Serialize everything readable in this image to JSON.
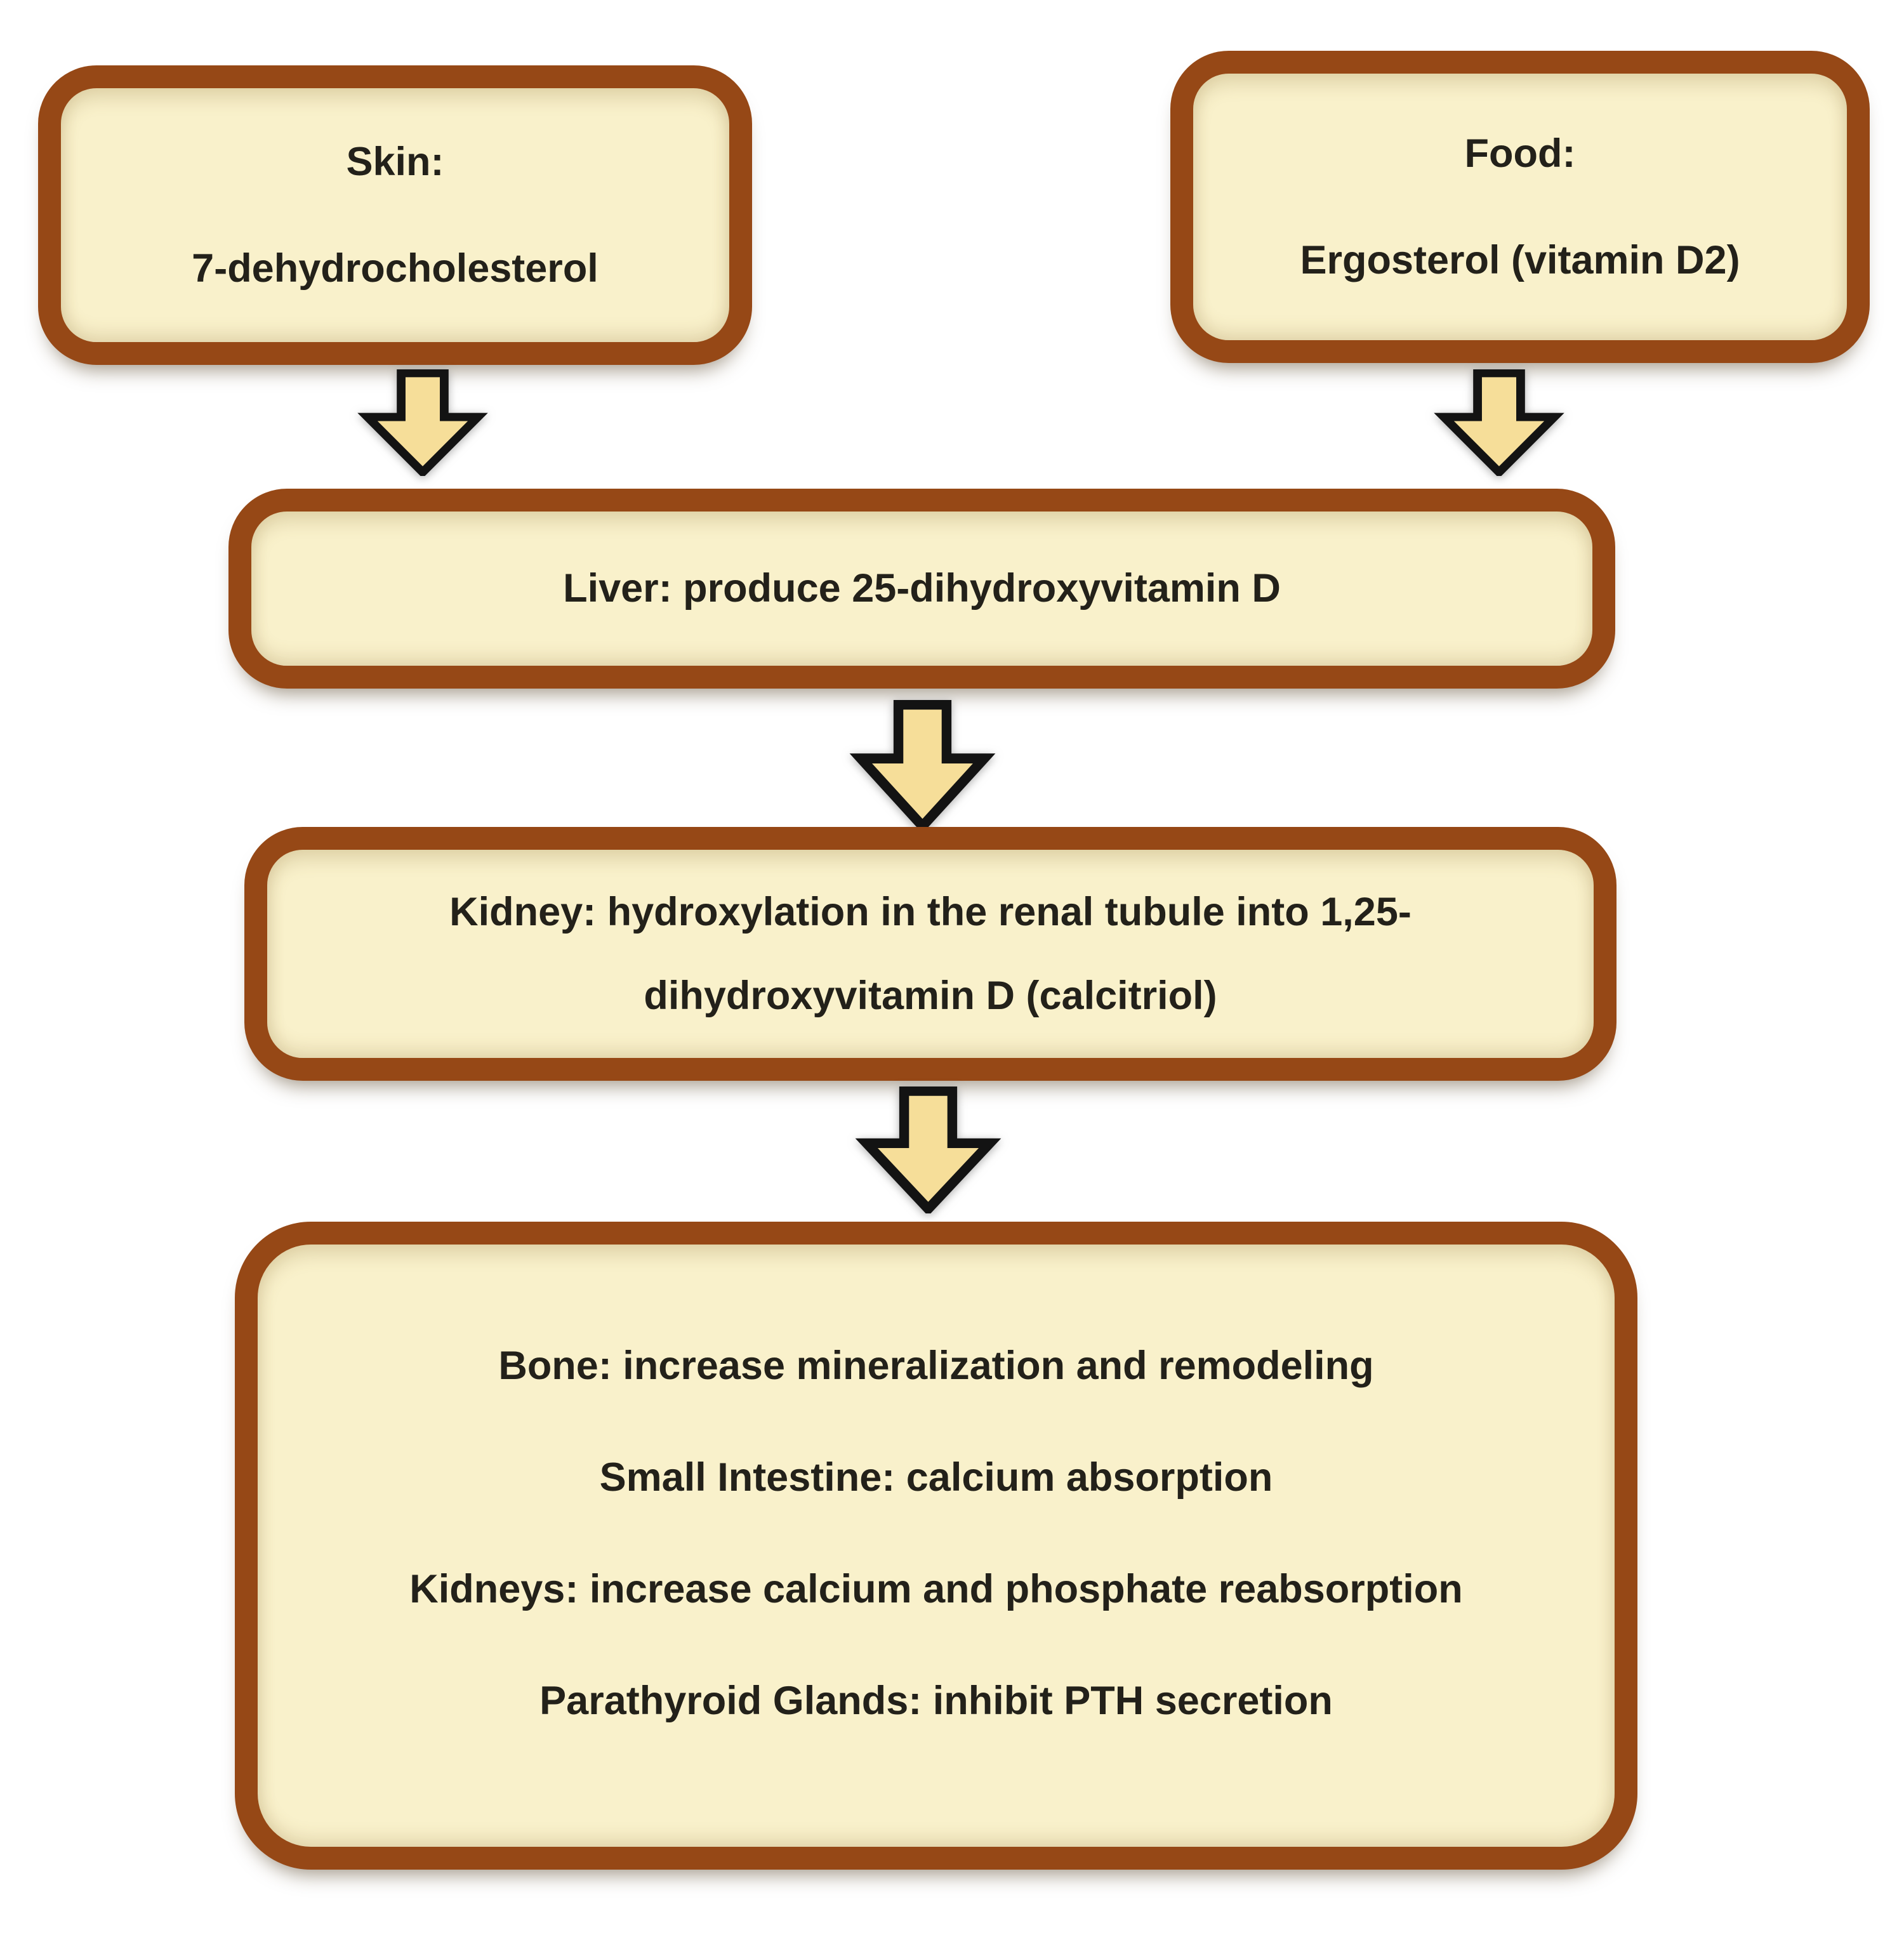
{
  "diagram": {
    "title": "Vitamin D metabolism flowchart",
    "colors": {
      "background": "#FFFFFF",
      "box_border": "#964816",
      "box_fill": "#F9F1CB",
      "arrow_fill": "#F6DE99",
      "arrow_outline": "#131313",
      "text_color": "#23211A"
    },
    "nodes": [
      {
        "id": "skin",
        "lines": [
          "Skin:",
          "7-dehydrocholesterol"
        ]
      },
      {
        "id": "food",
        "lines": [
          "Food:",
          "Ergosterol (vitamin D2)"
        ]
      },
      {
        "id": "liver",
        "lines": [
          "Liver: produce 25-dihydroxyvitamin D"
        ]
      },
      {
        "id": "kidney",
        "lines": [
          "Kidney: hydroxylation in the renal tubule into 1,25-dihydroxyvitamin D (calcitriol)"
        ]
      },
      {
        "id": "targets",
        "lines": [
          "Bone: increase mineralization and remodeling",
          "Small Intestine: calcium absorption",
          "Kidneys: increase calcium and phosphate reabsorption",
          "Parathyroid Glands: inhibit PTH secretion"
        ]
      }
    ],
    "edges": [
      {
        "from": "skin",
        "to": "liver"
      },
      {
        "from": "food",
        "to": "liver"
      },
      {
        "from": "liver",
        "to": "kidney"
      },
      {
        "from": "kidney",
        "to": "targets"
      }
    ]
  }
}
